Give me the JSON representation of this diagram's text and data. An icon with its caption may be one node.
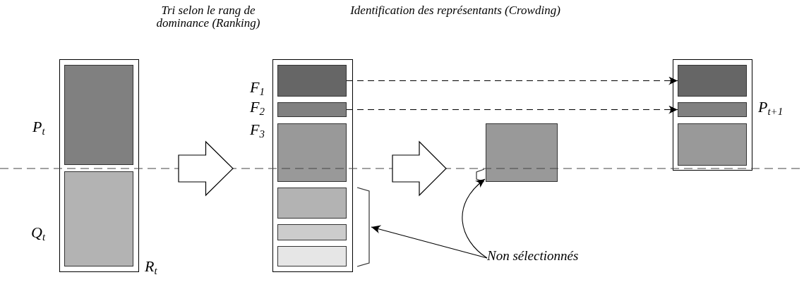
{
  "diagram": {
    "nodes": [
      {
        "text": [],
        "shape": "box"
      },
      {
        "text": [],
        "shape": "box",
        "in": 0
      },
      {
        "text": [],
        "shape": "box",
        "in": 0
      },
      {
        "text": [],
        "shape": "box"
      },
      {
        "text": [],
        "shape": "box",
        "in": 3
      },
      {
        "text": [],
        "shape": "box",
        "in": 3
      },
      {
        "text": [],
        "shape": "box",
        "in": 3
      },
      {
        "text": [],
        "shape": "box",
        "in": 3
      },
      {
        "text": [],
        "shape": "box",
        "in": 3
      },
      {
        "text": [],
        "shape": "box",
        "in": 3
      },
      {
        "text": [],
        "shape": "box"
      },
      {
        "text": [],
        "shape": "box"
      },
      {
        "text": [],
        "shape": "box",
        "in": 11
      },
      {
        "text": [],
        "shape": "box",
        "in": 11
      },
      {
        "text": [],
        "shape": "box",
        "in": 11
      },
      {
        "text": [
          "Non sélectionnés"
        ]
      },
      {
        "text": [],
        "shape": "bracket"
      },
      {
        "text": [],
        "shape": "bracket"
      }
    ],
    "edges": [
      {
        "from": 0,
        "to": 3,
        "arrow": "to",
        "style": "thick"
      },
      {
        "from": 3,
        "to": 10,
        "arrow": "to",
        "style": "thick"
      },
      {
        "from": 4,
        "to": 12,
        "arrow": "to",
        "style": "dashed"
      },
      {
        "from": 5,
        "to": 13,
        "arrow": "to",
        "style": "dashed"
      },
      {
        "from": 15,
        "to": 16,
        "arrow": "to"
      },
      {
        "from": 15,
        "to": 17,
        "arrow": "to"
      }
    ],
    "labels": [
      "Tri selon le rang de dominance (Ranking)",
      "Identification des représentants (Crowding)",
      "P$_{t}$",
      "Q$_{t}$",
      "R$_{t}$",
      "F$_{1}$",
      "F$_{2}$",
      "F$_{3}$",
      "P$_{t+1}$"
    ]
  }
}
